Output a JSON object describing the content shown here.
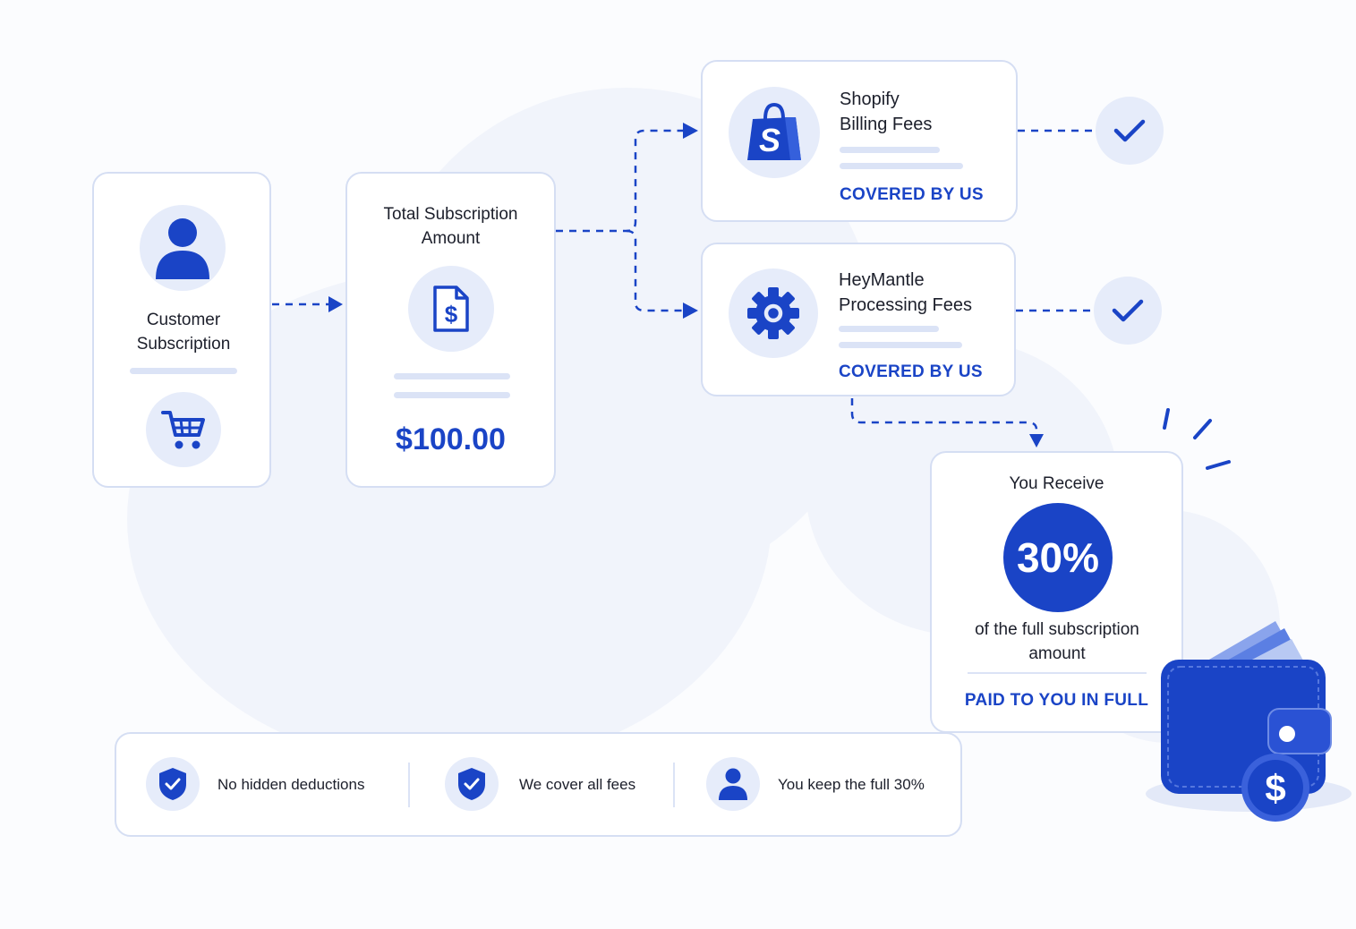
{
  "colors": {
    "accent": "#1a44c6",
    "icon_bg": "#e6ecfa",
    "card_border": "#d5def3",
    "placeholder_bar": "#dbe3f6"
  },
  "customer_card": {
    "title": "Customer Subscription",
    "icons": [
      "user-icon",
      "cart-icon"
    ]
  },
  "total_card": {
    "title": "Total Subscription Amount",
    "icon": "dollar-document-icon",
    "amount": "$100.00"
  },
  "shopify_card": {
    "title_line1": "Shopify",
    "title_line2": "Billing Fees",
    "status": "COVERED BY US",
    "icon": "shopify-bag-icon"
  },
  "heymantle_card": {
    "title_line1": "HeyMantle",
    "title_line2": "Processing Fees",
    "status": "COVERED BY US",
    "icon": "gear-icon"
  },
  "receive_card": {
    "title": "You Receive",
    "percent": "30%",
    "subtitle": "of the full subscription amount",
    "status": "PAID TO YOU IN FULL"
  },
  "features": [
    {
      "label": "No hidden deductions",
      "icon": "shield-check-icon"
    },
    {
      "label": "We cover all fees",
      "icon": "shield-check-icon"
    },
    {
      "label": "You keep the full 30%",
      "icon": "user-icon"
    }
  ],
  "decor_icons": [
    "check-icon",
    "check-icon",
    "wallet-icon",
    "dollar-coin-icon"
  ]
}
